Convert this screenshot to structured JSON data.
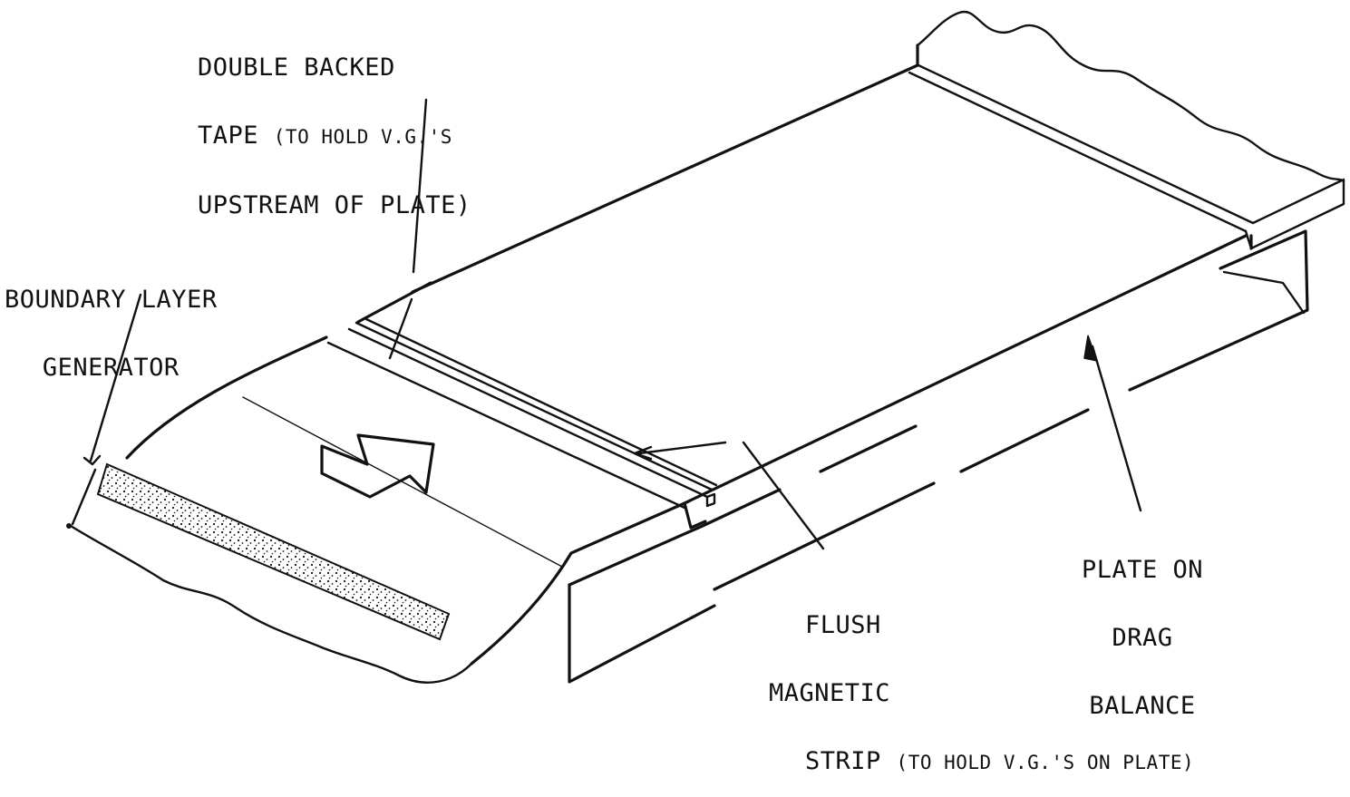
{
  "labels": {
    "double_backed": {
      "line1": "DOUBLE BACKED",
      "line2_main": "TAPE ",
      "line2_note": "(TO HOLD V.G.'S",
      "line3": "UPSTREAM OF PLATE)"
    },
    "boundary_layer": {
      "line1": "BOUNDARY LAYER",
      "line2": "GENERATOR"
    },
    "plate_on_drag": {
      "line1": "PLATE ON",
      "line2": "DRAG",
      "line3": "BALANCE"
    },
    "flush_magnetic": {
      "line1": "FLUSH",
      "line2": "MAGNETIC",
      "line3_main": "STRIP ",
      "line3_note": "(TO HOLD V.G.'S ON PLATE)"
    }
  }
}
